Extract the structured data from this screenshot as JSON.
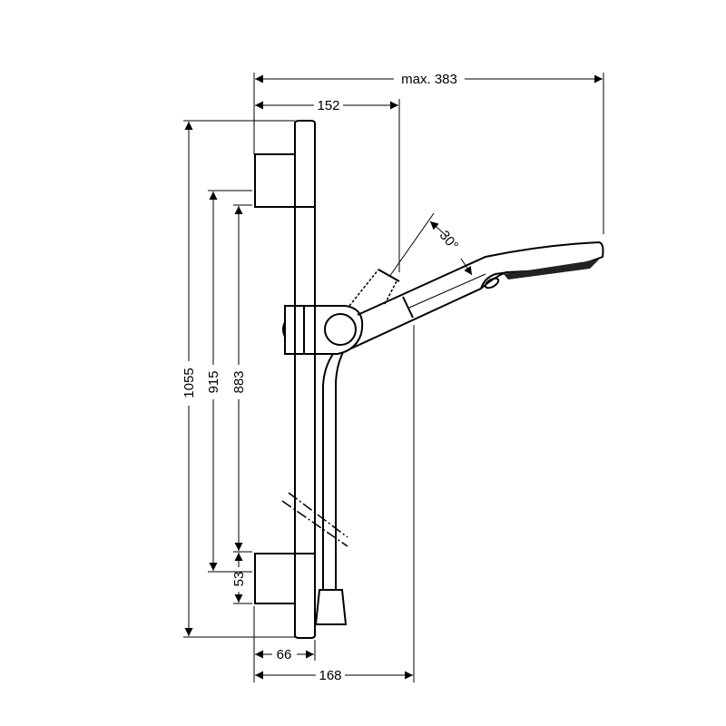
{
  "drawing": {
    "dimensions": {
      "max_width": "max. 383",
      "holder_depth": "152",
      "total_height": "1055",
      "bracket_spacing_outer": "915",
      "bracket_spacing_inner": "883",
      "bracket_height": "53",
      "bracket_depth": "66",
      "hose_depth": "168",
      "tilt_angle": "30°"
    }
  }
}
